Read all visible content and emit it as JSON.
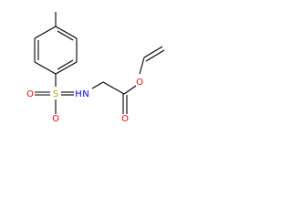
{
  "molecule": {
    "atoms": {
      "sulfur": {
        "label": "S",
        "color": "#b8a000"
      },
      "sulfonyl_oxygen_left": {
        "label": "O",
        "color": "#ff0000"
      },
      "sulfonyl_oxygen_right": {
        "label": "O",
        "color": "#ff0000"
      },
      "amine_nitrogen": {
        "label": "N",
        "color": "#0000ff"
      },
      "amine_hydrogen": {
        "label": "H",
        "color": "#0000ff"
      },
      "carbonyl_oxygen": {
        "label": "O",
        "color": "#ff0000"
      },
      "ester_oxygen": {
        "label": "O",
        "color": "#ff0000"
      }
    },
    "bond_color": "#000000"
  }
}
